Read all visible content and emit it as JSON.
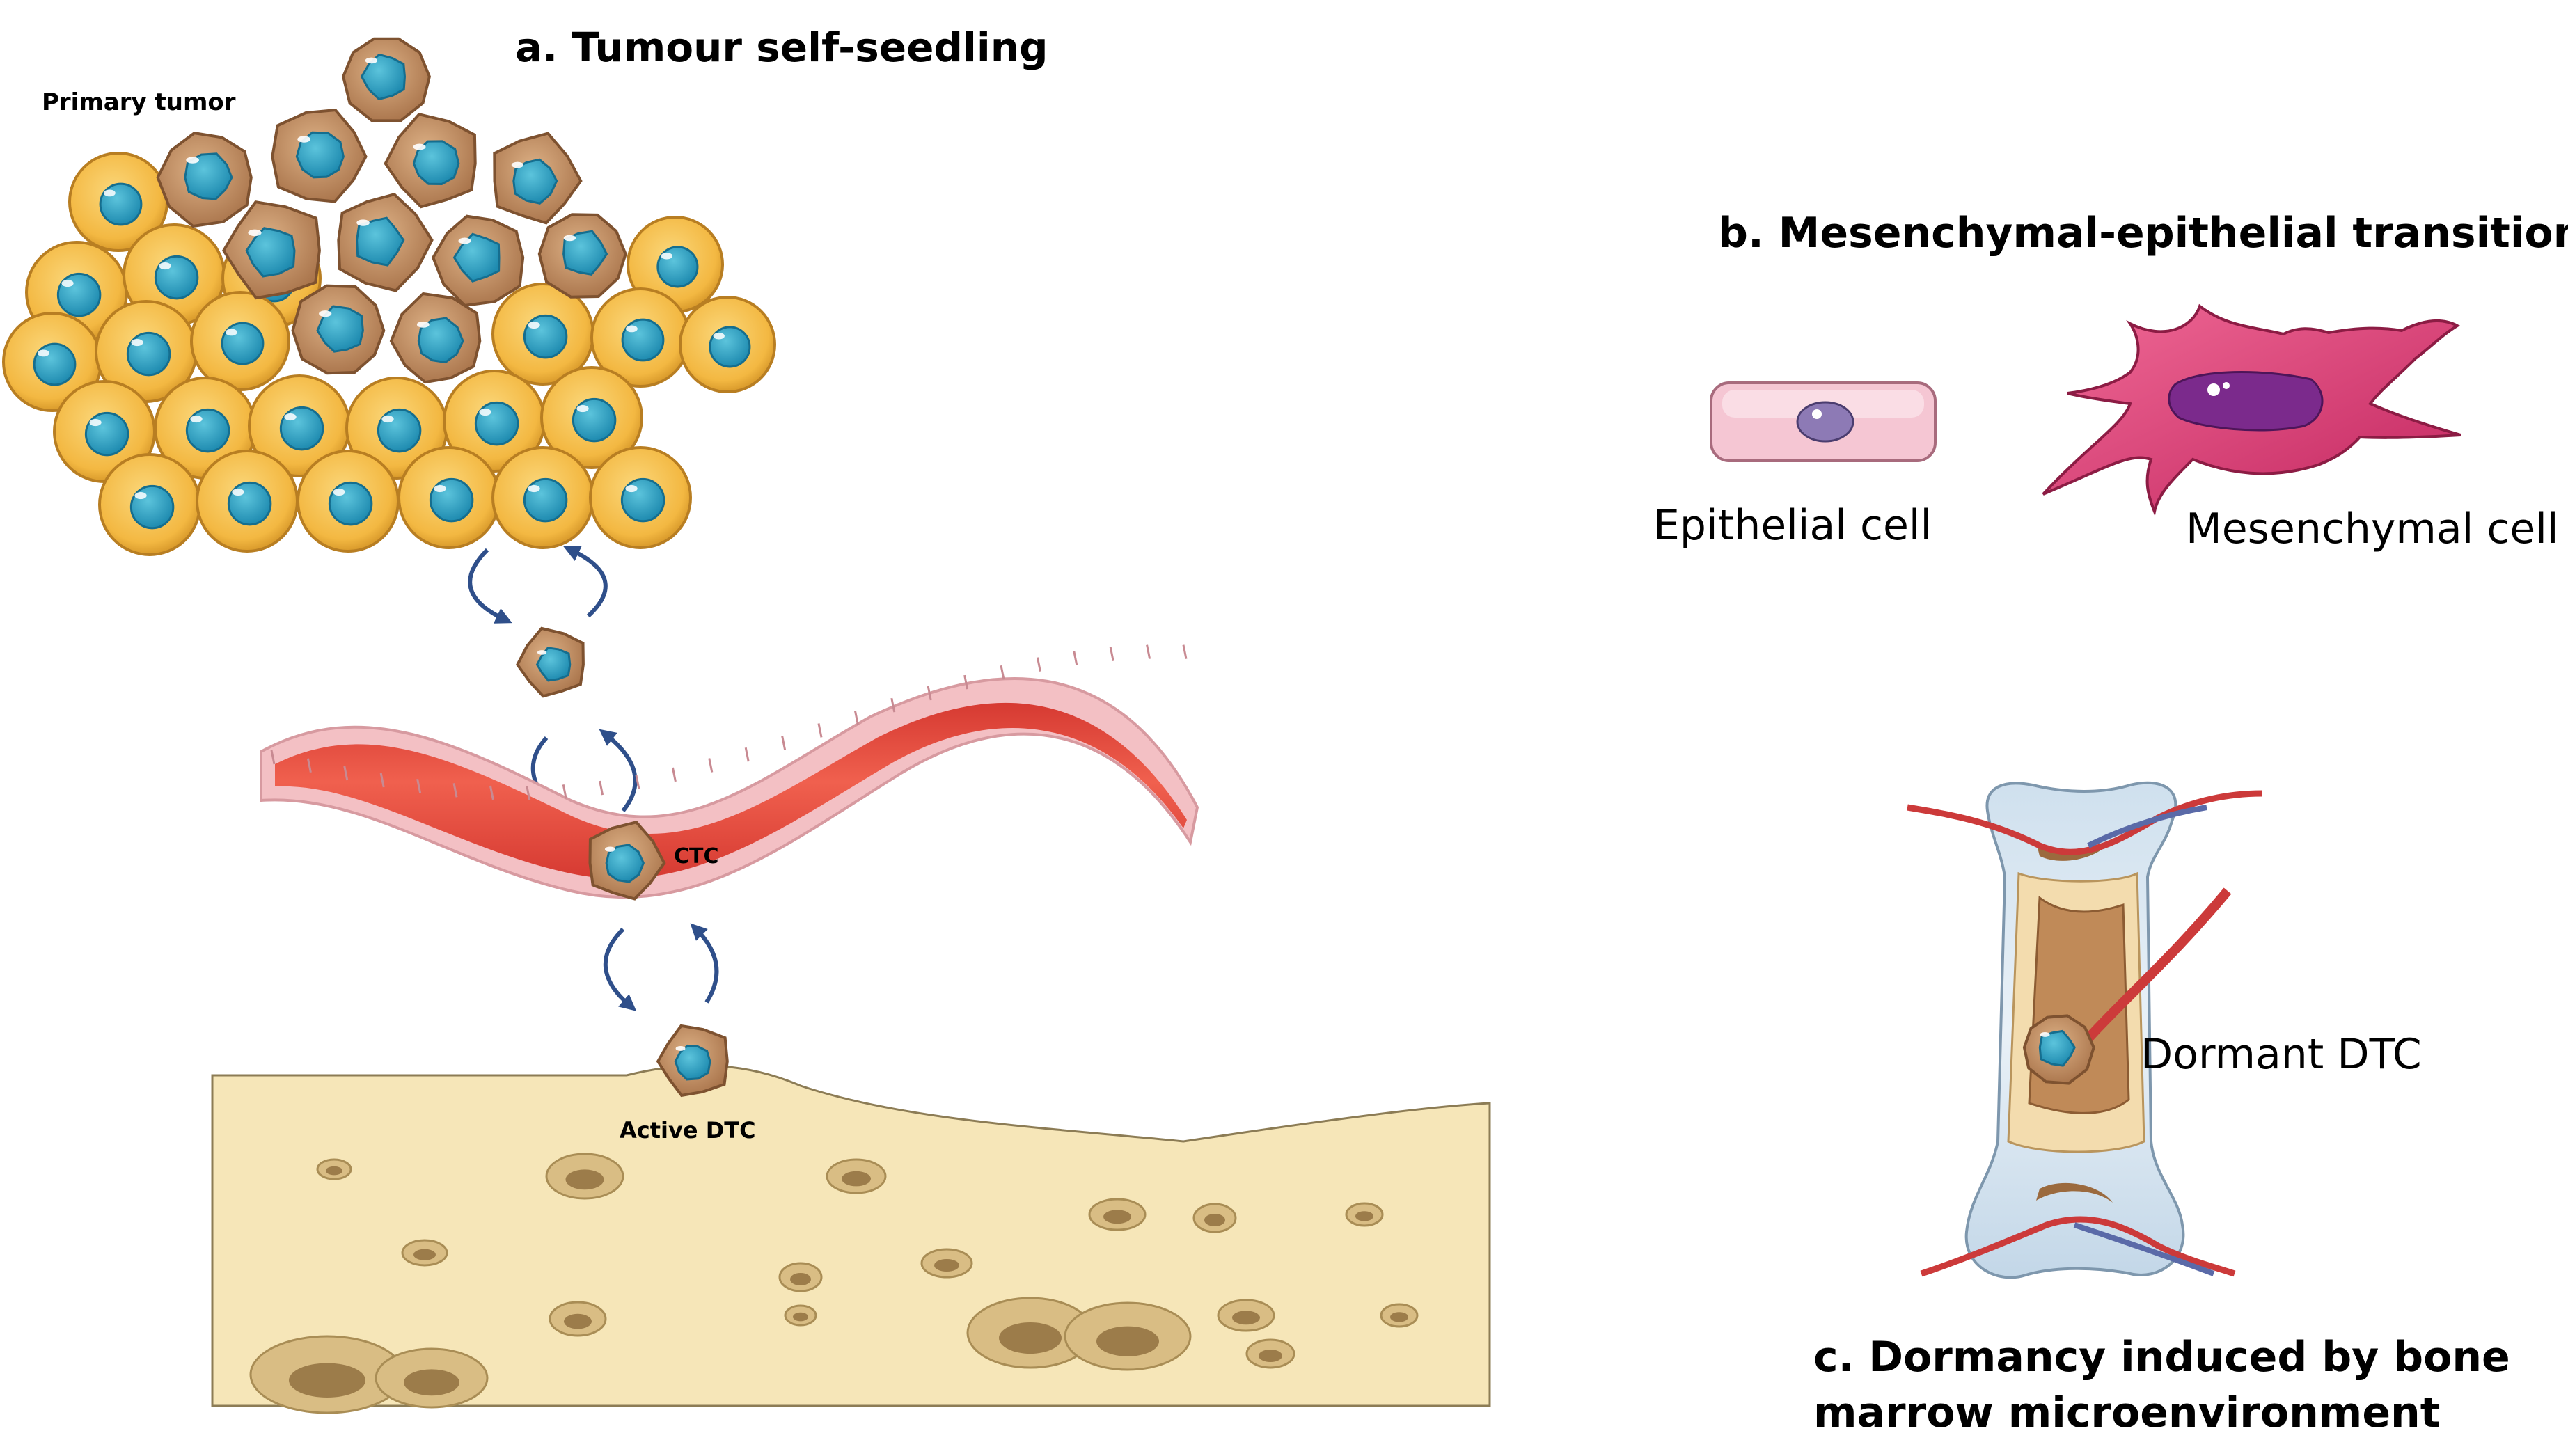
{
  "panel_a": {
    "title": "a. Tumour self-seedling",
    "primary_label": "Primary tumor",
    "ctc_label": "CTC",
    "active_label": "Active DTC"
  },
  "panel_b": {
    "title": "b. Mesenchymal-epithelial transition",
    "epithelial_label": "Epithelial cell",
    "mesenchymal_label": "Mesenchymal cell"
  },
  "panel_c": {
    "title_line1": "c. Dormancy induced by bone",
    "title_line2": "marrow microenvironment",
    "dormant_label": "Dormant DTC"
  },
  "colors": {
    "cell_yellow": "#f3bb4a",
    "nucleus_blue": "#2a9fbe",
    "tumor_brown": "#c9966a",
    "vessel_red": "#e8453c",
    "vessel_wall": "#f3c0c4",
    "arrow_blue": "#2f4f8a",
    "tissue": "#f6e6b8",
    "epithelial_pink": "#f5c6d3",
    "mesenchymal_magenta": "#d8386f",
    "bone": "#c9dcec"
  }
}
